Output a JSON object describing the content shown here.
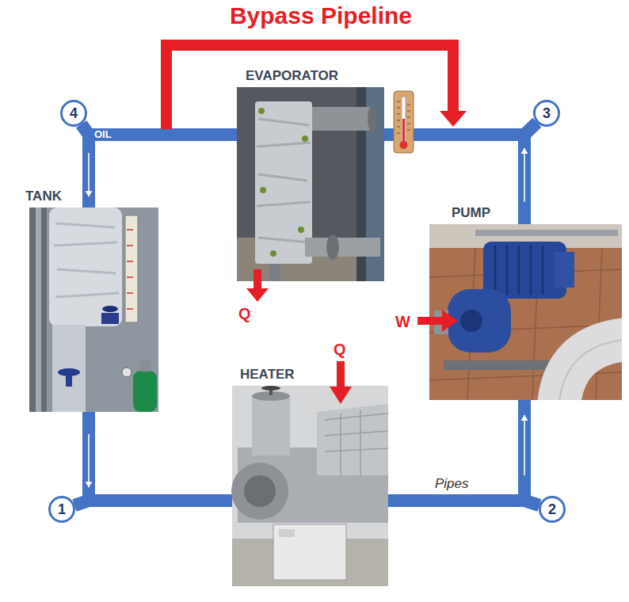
{
  "diagram": {
    "title": "Bypass Pipeline",
    "nodes": [
      {
        "text": [
          "EVAPORATOR"
        ]
      },
      {
        "text": [
          "4"
        ]
      },
      {
        "text": [
          "3"
        ]
      },
      {
        "text": [
          "TANK"
        ]
      },
      {
        "text": [
          "PUMP"
        ]
      },
      {
        "text": [
          "HEATER"
        ]
      },
      {
        "text": [
          "1"
        ]
      },
      {
        "text": [
          "2"
        ]
      }
    ],
    "edges": [
      {
        "from": 0,
        "to": 1,
        "arrow": "none"
      },
      {
        "from": 1,
        "to": 3,
        "arrow": "to"
      },
      {
        "from": 3,
        "to": 6,
        "arrow": "to"
      },
      {
        "from": 6,
        "to": 5,
        "arrow": "none"
      },
      {
        "from": 5,
        "to": 7,
        "arrow": "none"
      },
      {
        "from": 7,
        "to": 4,
        "arrow": "to"
      },
      {
        "from": 4,
        "to": 2,
        "arrow": "to"
      },
      {
        "from": 2,
        "to": 0,
        "arrow": "none"
      }
    ],
    "labels": [
      "OIL",
      "Q",
      "Q",
      "W",
      "Pipes"
    ]
  }
}
